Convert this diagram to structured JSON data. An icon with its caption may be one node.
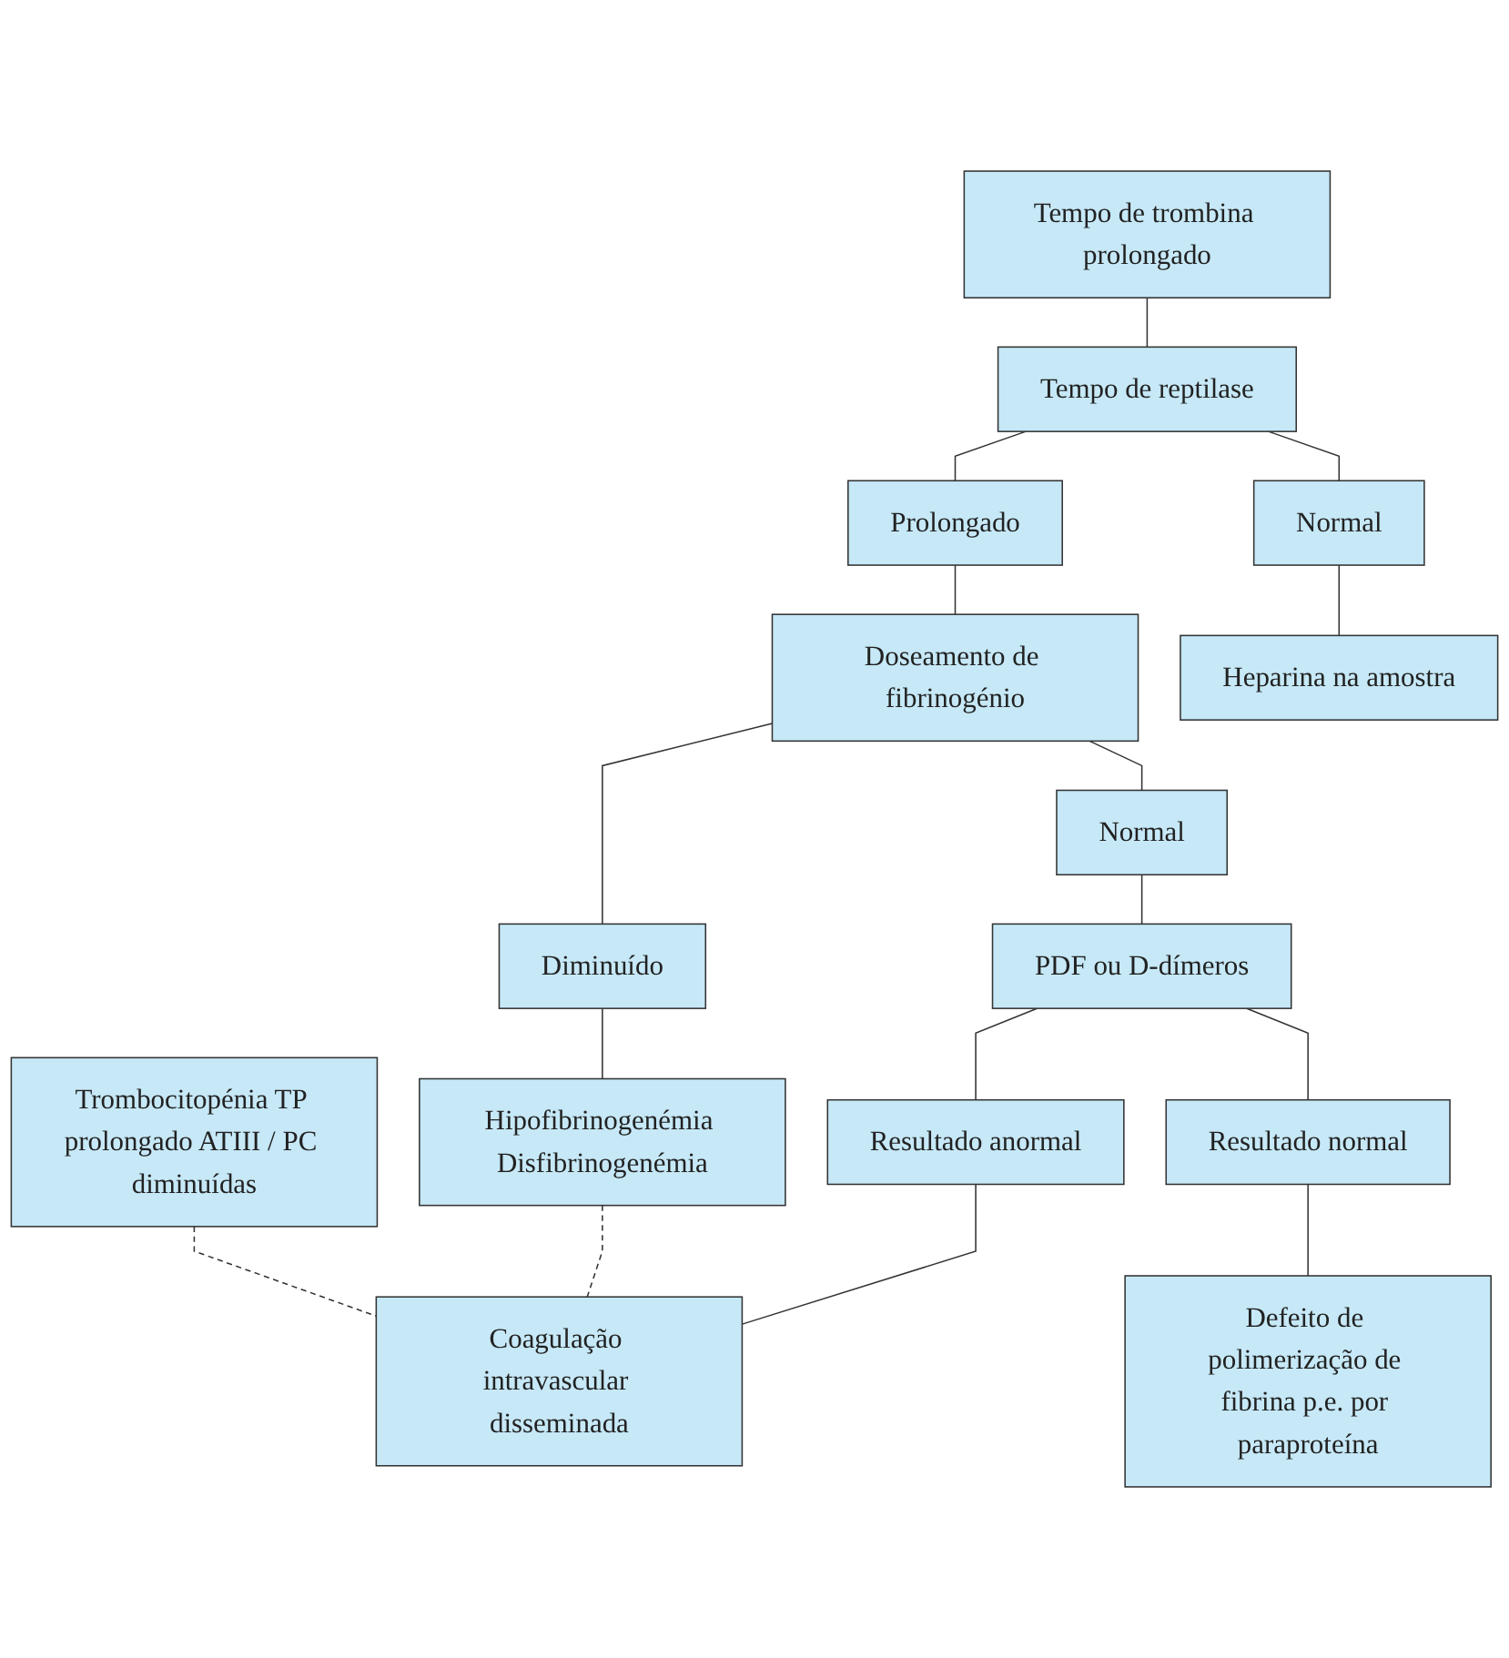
{
  "diagram": {
    "nodes": [
      {
        "text": [
          "Tempo de trombina prolongado"
        ]
      },
      {
        "text": [
          "Tempo de reptilase"
        ]
      },
      {
        "text": [
          "Prolongado"
        ]
      },
      {
        "text": [
          "Normal"
        ]
      },
      {
        "text": [
          "Doseamento de fibrinogénio"
        ]
      },
      {
        "text": [
          "Heparina na amostra"
        ]
      },
      {
        "text": [
          "Diminuído"
        ]
      },
      {
        "text": [
          "Normal"
        ]
      },
      {
        "text": [
          "Hipofibrinogenémia Disfibrinogenémia"
        ]
      },
      {
        "text": [
          "PDF ou D-dímeros"
        ]
      },
      {
        "text": [
          "Resultado anormal"
        ]
      },
      {
        "text": [
          "Resultado normal"
        ]
      },
      {
        "text": [
          "Trombocitopénia TP prolongado ATIII / PC diminuídas"
        ]
      },
      {
        "text": [
          "Coagulação intravascular disseminada"
        ]
      },
      {
        "text": [
          "Defeito de polimerização de fibrina p.e. por paraproteína"
        ]
      }
    ],
    "edges": [
      {
        "from": 0,
        "to": 1,
        "arrow": "none"
      },
      {
        "from": 1,
        "to": 2,
        "arrow": "none"
      },
      {
        "from": 1,
        "to": 3,
        "arrow": "none"
      },
      {
        "from": 2,
        "to": 4,
        "arrow": "none"
      },
      {
        "from": 3,
        "to": 5,
        "arrow": "none"
      },
      {
        "from": 4,
        "to": 6,
        "arrow": "none"
      },
      {
        "from": 4,
        "to": 7,
        "arrow": "none"
      },
      {
        "from": 6,
        "to": 8,
        "arrow": "none"
      },
      {
        "from": 7,
        "to": 9,
        "arrow": "none"
      },
      {
        "from": 9,
        "to": 10,
        "arrow": "none"
      },
      {
        "from": 9,
        "to": 11,
        "arrow": "none"
      },
      {
        "from": 10,
        "to": 13,
        "arrow": "none"
      },
      {
        "from": 11,
        "to": 14,
        "arrow": "none"
      },
      {
        "from": 8,
        "to": 13,
        "arrow": "none",
        "style": "dashed"
      },
      {
        "from": 12,
        "to": 13,
        "arrow": "none",
        "style": "dashed"
      }
    ]
  }
}
